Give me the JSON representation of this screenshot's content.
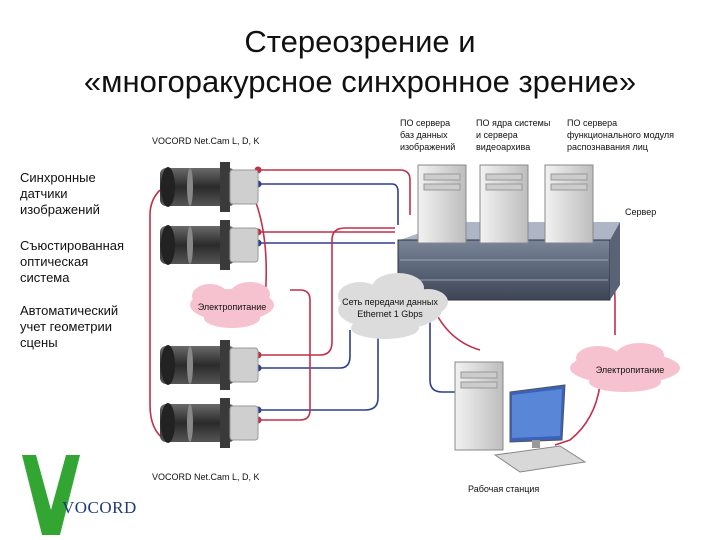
{
  "title": {
    "line1": "Стереозрение и",
    "line2": "«многоракурсное синхронное зрение»"
  },
  "camera_label_top": "VOCORD Net.Cam L, D, K",
  "camera_label_bottom": "VOCORD Net.Cam L, D, K",
  "left_labels": {
    "sensors": [
      "Синхронные",
      "датчики",
      "изображений"
    ],
    "optical": [
      "Съюстированная",
      "оптическая",
      "система"
    ],
    "geometry": [
      "Автоматический",
      "учет геометрии",
      "сцены"
    ]
  },
  "server_software": {
    "db": [
      "ПО сервера",
      "баз данных",
      "изображений"
    ],
    "core": [
      "ПО ядра системы",
      "и сервера",
      "видеоархива"
    ],
    "face": [
      "ПО сервера",
      "функционального модуля",
      "распознавания лиц"
    ]
  },
  "server_label": "Сервер",
  "power_left": "Электропитание",
  "power_right": "Электропитание",
  "network": [
    "Сеть передачи данных",
    "Ethernet 1 Gbps"
  ],
  "workstation_label": "Рабочая станция",
  "logo_text": "VOCORD",
  "colors": {
    "wire_red": "#c0304a",
    "wire_blue": "#2f3f8f",
    "logo_green": "#33a532",
    "cloud_pink": "#f6c2cf",
    "cloud_gray": "#dcdcdc"
  }
}
